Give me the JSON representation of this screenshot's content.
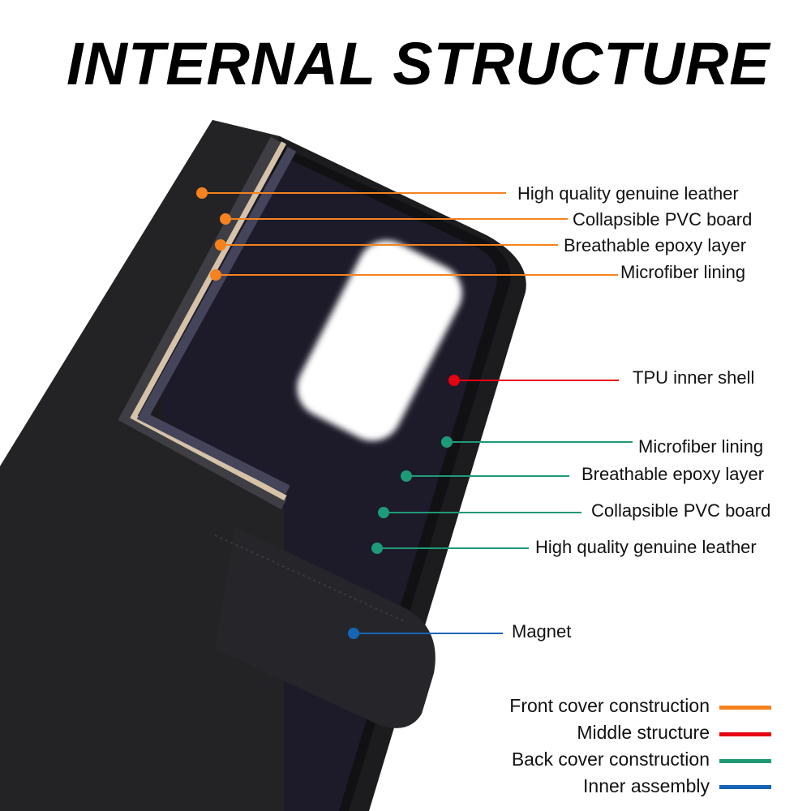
{
  "title": "INTERNAL STRUCTURE",
  "front_cover_labels": [
    "High quality genuine leather",
    "Collapsible PVC board",
    "Breathable epoxy layer",
    "Microfiber lining"
  ],
  "middle_labels": [
    "TPU inner shell"
  ],
  "back_cover_labels": [
    "Microfiber lining",
    "Breathable epoxy layer",
    "Collapsible PVC board",
    "High quality genuine leather"
  ],
  "inner_labels": [
    "Magnet"
  ],
  "legend": [
    {
      "label": "Front cover construction",
      "color": "#f5821f"
    },
    {
      "label": "Middle structure",
      "color": "#e50012"
    },
    {
      "label": "Back cover construction",
      "color": "#1f9a78"
    },
    {
      "label": "Inner assembly",
      "color": "#1565b5"
    }
  ]
}
